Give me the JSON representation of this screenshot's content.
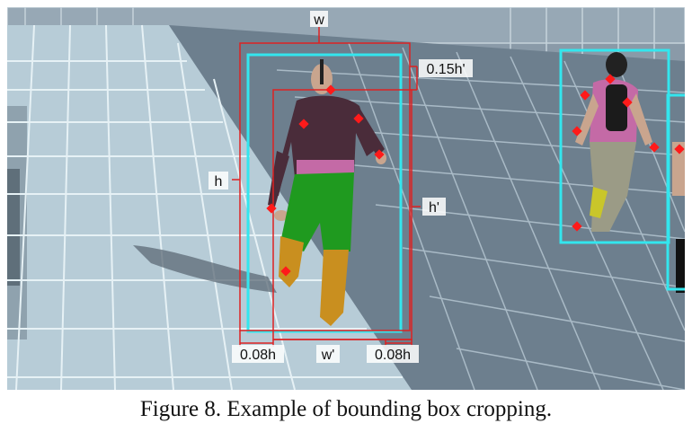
{
  "figure": {
    "caption": "Figure 8. Example of bounding box cropping.",
    "annotations": {
      "width_label": "w",
      "height_label": "h",
      "crop_height_label": "h'",
      "crop_width_label": "w'",
      "top_margin_label": "0.15h'",
      "left_margin_label": "0.08h",
      "right_margin_label": "0.08h"
    },
    "colors": {
      "bounding_box": "#33e6ee",
      "crop_box": "#dd2222",
      "keypoint": "#ff1a1a",
      "floor": "#b3c9d4",
      "grid": "#e9f3f7",
      "shadow_floor": "#5c6c7a"
    }
  }
}
